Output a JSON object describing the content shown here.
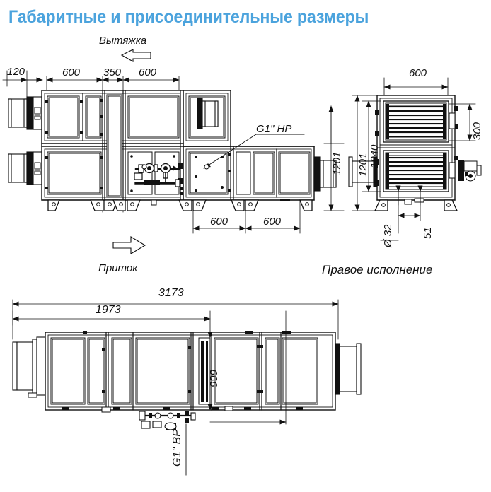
{
  "page": {
    "title": "Габаритные и присоединительные размеры",
    "title_color": "#4BA3DD",
    "background": "#ffffff",
    "line_color": "#111111"
  },
  "front_view": {
    "name": "front-elevation",
    "flow_labels": {
      "exhaust": "Вытяжка",
      "supply": "Приток"
    },
    "callouts": {
      "heat_carrier_port": "G1\" HP"
    },
    "dimensions": {
      "top_chain": [
        "120",
        "600",
        "350",
        "600"
      ],
      "bottom_chain": [
        "600",
        "600"
      ],
      "height_overall": "1201"
    }
  },
  "side_view": {
    "name": "side-elevation",
    "caption": "Правое исполнение",
    "dimensions": {
      "width": "600",
      "coil_height": "300",
      "body_height": "1040",
      "overall_height": "1201",
      "drain_diameter": "Ø 32",
      "drain_offset": "51"
    }
  },
  "top_view": {
    "name": "plan-view",
    "callouts": {
      "return_port": "G1\" BP"
    },
    "dimensions": {
      "overall_length": "3173",
      "inner_length": "1973",
      "width": "999"
    }
  }
}
